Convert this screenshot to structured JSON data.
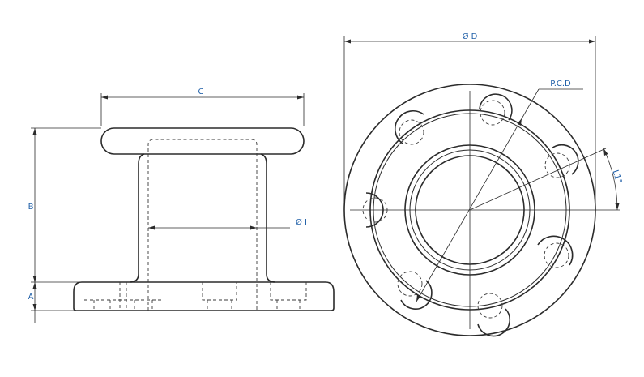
{
  "drawing": {
    "labels": {
      "width_c": "C",
      "height_b": "B",
      "base_a": "A",
      "inner_diameter": "Ø I",
      "outer_diameter": "Ø D",
      "pitch_circle": "P.C.D",
      "angle": "L1°"
    },
    "colors": {
      "line": "#2b2b2b",
      "label": "#1f5fa8"
    }
  }
}
